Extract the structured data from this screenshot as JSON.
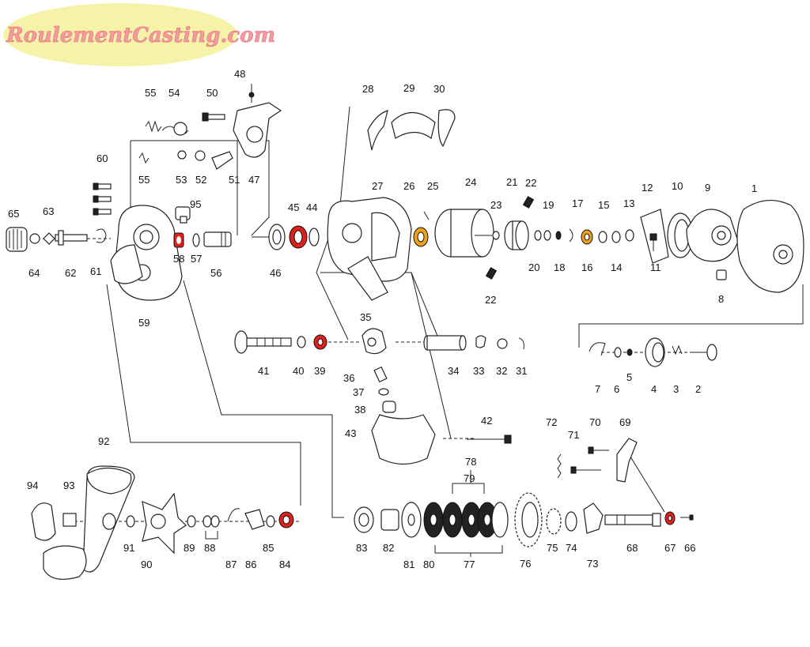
{
  "watermark": {
    "text": "RoulementCasting.com"
  },
  "colors": {
    "bearing_red": "#e0201c",
    "bearing_orange": "#f0a21a",
    "logo_fill": "#f6f3a8",
    "logo_text": "#f39aa0"
  },
  "labels": {
    "n1": "1",
    "n2": "2",
    "n3": "3",
    "n4": "4",
    "n5": "5",
    "n6": "6",
    "n7": "7",
    "n8": "8",
    "n9": "9",
    "n10": "10",
    "n11": "11",
    "n12": "12",
    "n13": "13",
    "n14": "14",
    "n15": "15",
    "n16": "16",
    "n17": "17",
    "n18": "18",
    "n19": "19",
    "n20": "20",
    "n21": "21",
    "n22a": "22",
    "n22b": "22",
    "n23": "23",
    "n24": "24",
    "n25": "25",
    "n26": "26",
    "n27": "27",
    "n28": "28",
    "n29": "29",
    "n30": "30",
    "n31": "31",
    "n32": "32",
    "n33": "33",
    "n34": "34",
    "n35": "35",
    "n36": "36",
    "n37": "37",
    "n38": "38",
    "n39": "39",
    "n40": "40",
    "n41": "41",
    "n42": "42",
    "n43": "43",
    "n44": "44",
    "n45": "45",
    "n46": "46",
    "n47": "47",
    "n48": "48",
    "n50": "50",
    "n51": "51",
    "n52": "52",
    "n53": "53",
    "n54": "54",
    "n55a": "55",
    "n55b": "55",
    "n56": "56",
    "n57": "57",
    "n58": "58",
    "n59": "59",
    "n60": "60",
    "n61": "61",
    "n62": "62",
    "n63": "63",
    "n64": "64",
    "n65": "65",
    "n66": "66",
    "n67": "67",
    "n68": "68",
    "n69": "69",
    "n70": "70",
    "n71": "71",
    "n72": "72",
    "n73": "73",
    "n74": "74",
    "n75": "75",
    "n76": "76",
    "n77": "77",
    "n78": "78",
    "n79": "79",
    "n80": "80",
    "n81": "81",
    "n82": "82",
    "n83": "83",
    "n84": "84",
    "n85": "85",
    "n86": "86",
    "n87": "87",
    "n88": "88",
    "n89": "89",
    "n90": "90",
    "n91": "91",
    "n92": "92",
    "n93": "93",
    "n94": "94",
    "n95": "95"
  }
}
